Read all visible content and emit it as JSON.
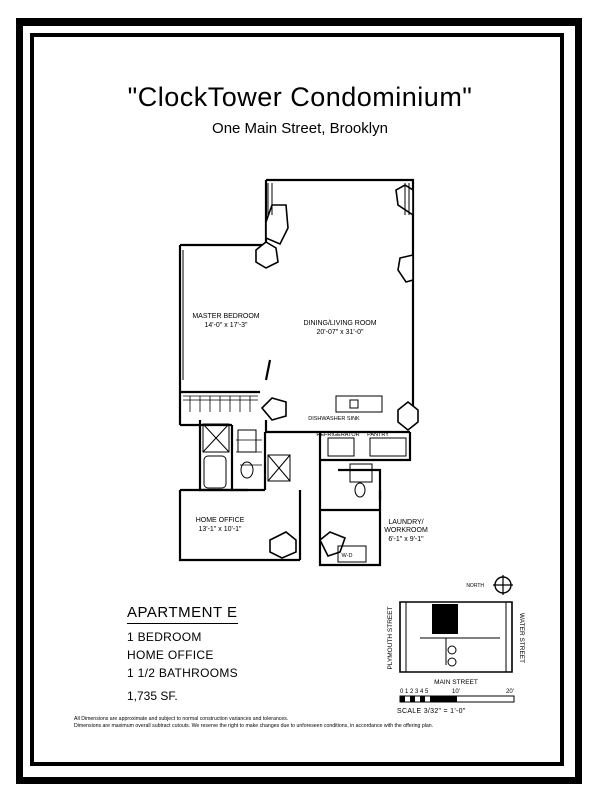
{
  "header": {
    "title": "\"ClockTower Condominium\"",
    "subtitle": "One Main Street, Brooklyn"
  },
  "rooms": {
    "master_bedroom": {
      "name": "MASTER BEDROOM",
      "dims": "14'-0\" x 17'-3\""
    },
    "dining_living": {
      "name": "DINING/LIVING ROOM",
      "dims": "20'-07\" x 31'-0\""
    },
    "home_office": {
      "name": "HOME OFFICE",
      "dims": "13'-1\" x 10'-1\""
    },
    "laundry": {
      "name": "LAUNDRY/",
      "name2": "WORKROOM",
      "dims": "6'-1\" x 9'-1\""
    },
    "dishwasher": "DISHWASHER SINK",
    "refrigerator": "REFRIGERATOR",
    "pantry": "PANTRY",
    "wd": "W-D"
  },
  "apartment": {
    "title": "APARTMENT E",
    "lines": [
      "1 BEDROOM",
      "HOME OFFICE",
      "1 1/2 BATHROOMS"
    ],
    "area": "1,735 SF."
  },
  "keyplan": {
    "north": "NORTH",
    "left_street": "PLYMOUTH STREET",
    "right_street": "WATER STREET",
    "bottom_street": "MAIN STREET"
  },
  "scale": {
    "ticks": [
      "0",
      "1",
      "2",
      "3",
      "4",
      "5",
      "10'",
      "20'"
    ],
    "label": "SCALE 3/32\" = 1'-0\""
  },
  "disclaimer": {
    "line1": "All Dimensions are approximate and subject to normal construction variances and tolerances.",
    "line2": "Dimensions are maximum overall subtract cutouts. We reserve the right to make changes due to unforeseen conditions, in accordance with the offering plan."
  }
}
